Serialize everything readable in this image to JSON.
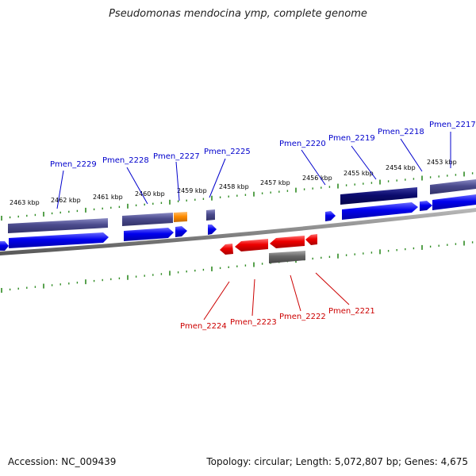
{
  "title": "Pseudomonas mendocina ymp, complete genome",
  "footer": {
    "accession": "Accession: NC_009439",
    "topology": "Topology: circular; Length: 5,072,807 bp; Genes: 4,675"
  },
  "colors": {
    "forward_gene": "#0000ee",
    "reverse_gene": "#ee0000",
    "forward_cds_bar": "#4a4a8c",
    "highlight_cds_bar": "#0b0b6e",
    "orange_feature": "#ff8c00",
    "reverse_cds_bar": "#666666",
    "backbone": "#888888",
    "tick": "#2e8b22",
    "top_label": "#0000cc",
    "bottom_label": "#cc0000"
  },
  "scale_labels": [
    "2463 kbp",
    "2462 kbp",
    "2461 kbp",
    "2460 kbp",
    "2459 kbp",
    "2458 kbp",
    "2457 kbp",
    "2456 kbp",
    "2455 kbp",
    "2454 kbp",
    "2453 kbp"
  ],
  "top_gene_labels": [
    "Pmen_2229",
    "Pmen_2228",
    "Pmen_2227",
    "Pmen_2225",
    "Pmen_2220",
    "Pmen_2219",
    "Pmen_2218",
    "Pmen_2217"
  ],
  "bottom_gene_labels": [
    "Pmen_2224",
    "Pmen_2223",
    "Pmen_2222",
    "Pmen_2221"
  ]
}
